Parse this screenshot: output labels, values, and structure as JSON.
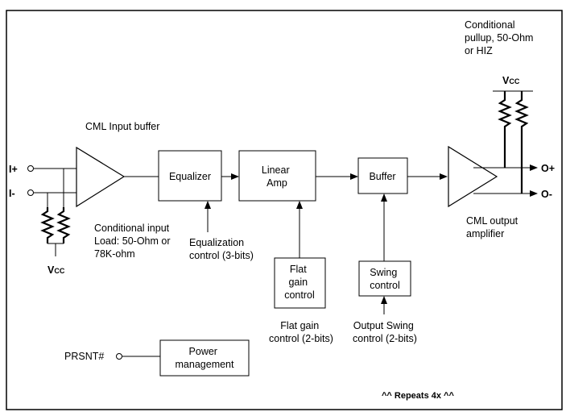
{
  "pins": {
    "in_pos": "I+",
    "in_neg": "I-",
    "out_pos": "O+",
    "out_neg": "O-",
    "prsnt": "PRSNT#"
  },
  "supply": {
    "vcc_main": "V",
    "vcc_sub": "CC"
  },
  "labels": {
    "input_buffer": "CML Input buffer",
    "input_load": [
      "Conditional input",
      "Load: 50-Ohm or",
      "78K-ohm"
    ],
    "pullup": [
      "Conditional",
      "pullup, 50-Ohm",
      "or HIZ"
    ],
    "output_amp": [
      "CML output",
      "amplifier"
    ],
    "eq_control": [
      "Equalization",
      "control (3-bits)"
    ],
    "flat_gain_control": [
      "Flat gain",
      "control (2-bits)"
    ],
    "swing_control": [
      "Output Swing",
      "control (2-bits)"
    ],
    "repeats": "^^ Repeats 4x ^^"
  },
  "blocks": {
    "equalizer": [
      "Equalizer"
    ],
    "linear_amp": [
      "Linear",
      "Amp"
    ],
    "buffer": [
      "Buffer"
    ],
    "flat_gain": [
      "Flat",
      "gain",
      "control"
    ],
    "swing": [
      "Swing",
      "control"
    ],
    "power": [
      "Power",
      "management"
    ]
  }
}
